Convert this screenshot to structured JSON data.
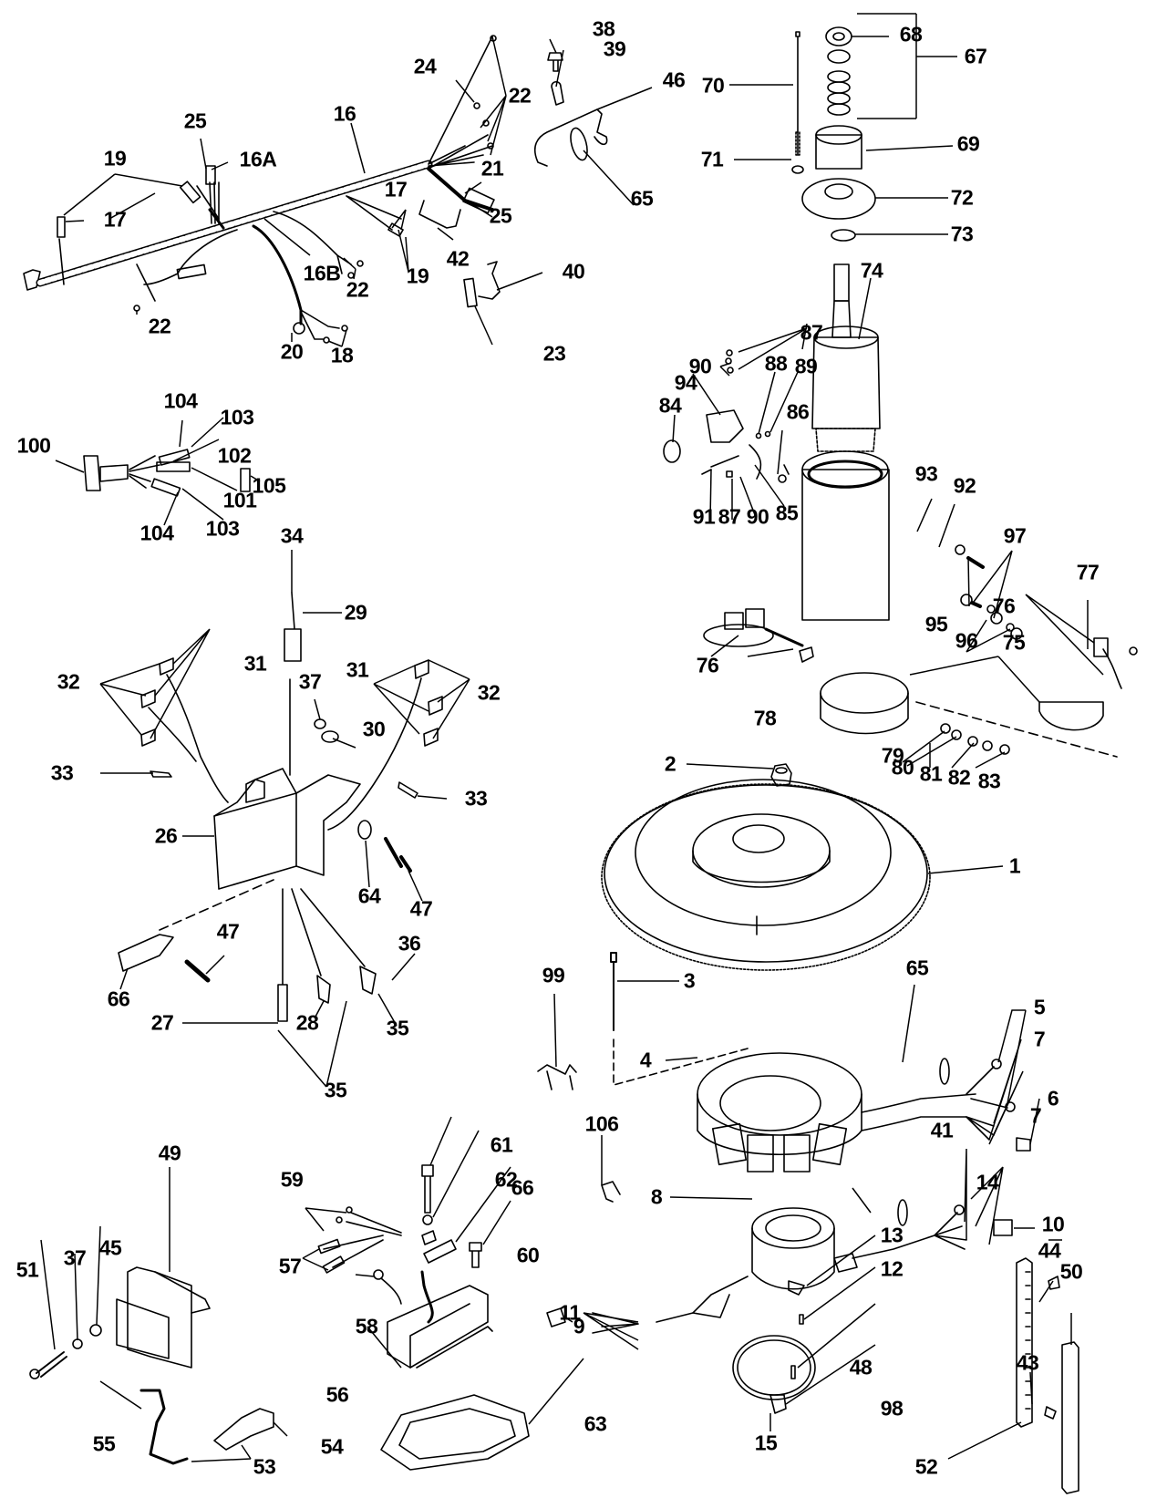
{
  "diagram": {
    "title": "Ignition / Electrical / Starter Exploded Parts Diagram",
    "ink_color": "#000000",
    "background_color": "#ffffff"
  },
  "callouts": [
    {
      "id": "c1",
      "text": "1"
    },
    {
      "id": "c2",
      "text": "2"
    },
    {
      "id": "c3",
      "text": "3"
    },
    {
      "id": "c4",
      "text": "4"
    },
    {
      "id": "c5",
      "text": "5"
    },
    {
      "id": "c6",
      "text": "6"
    },
    {
      "id": "c7a",
      "text": "7"
    },
    {
      "id": "c7b",
      "text": "7"
    },
    {
      "id": "c8",
      "text": "8"
    },
    {
      "id": "c9",
      "text": "9"
    },
    {
      "id": "c10",
      "text": "10"
    },
    {
      "id": "c11",
      "text": "11"
    },
    {
      "id": "c12",
      "text": "12"
    },
    {
      "id": "c13",
      "text": "13"
    },
    {
      "id": "c14",
      "text": "14"
    },
    {
      "id": "c15",
      "text": "15"
    },
    {
      "id": "c16",
      "text": "16"
    },
    {
      "id": "c16a",
      "text": "16A"
    },
    {
      "id": "c16b",
      "text": "16B"
    },
    {
      "id": "c17a",
      "text": "17"
    },
    {
      "id": "c17b",
      "text": "17"
    },
    {
      "id": "c18",
      "text": "18"
    },
    {
      "id": "c19a",
      "text": "19"
    },
    {
      "id": "c19b",
      "text": "19"
    },
    {
      "id": "c20",
      "text": "20"
    },
    {
      "id": "c21",
      "text": "21"
    },
    {
      "id": "c22a",
      "text": "22"
    },
    {
      "id": "c22b",
      "text": "22"
    },
    {
      "id": "c22c",
      "text": "22"
    },
    {
      "id": "c23",
      "text": "23"
    },
    {
      "id": "c24",
      "text": "24"
    },
    {
      "id": "c25a",
      "text": "25"
    },
    {
      "id": "c25b",
      "text": "25"
    },
    {
      "id": "c26",
      "text": "26"
    },
    {
      "id": "c27",
      "text": "27"
    },
    {
      "id": "c28",
      "text": "28"
    },
    {
      "id": "c29",
      "text": "29"
    },
    {
      "id": "c30",
      "text": "30"
    },
    {
      "id": "c31a",
      "text": "31"
    },
    {
      "id": "c31b",
      "text": "31"
    },
    {
      "id": "c32a",
      "text": "32"
    },
    {
      "id": "c32b",
      "text": "32"
    },
    {
      "id": "c33a",
      "text": "33"
    },
    {
      "id": "c33b",
      "text": "33"
    },
    {
      "id": "c34",
      "text": "34"
    },
    {
      "id": "c35a",
      "text": "35"
    },
    {
      "id": "c35b",
      "text": "35"
    },
    {
      "id": "c36",
      "text": "36"
    },
    {
      "id": "c37a",
      "text": "37"
    },
    {
      "id": "c37b",
      "text": "37"
    },
    {
      "id": "c38",
      "text": "38"
    },
    {
      "id": "c39",
      "text": "39"
    },
    {
      "id": "c40",
      "text": "40"
    },
    {
      "id": "c41",
      "text": "41"
    },
    {
      "id": "c42",
      "text": "42"
    },
    {
      "id": "c43",
      "text": "43"
    },
    {
      "id": "c44",
      "text": "44"
    },
    {
      "id": "c45",
      "text": "45"
    },
    {
      "id": "c46",
      "text": "46"
    },
    {
      "id": "c47a",
      "text": "47"
    },
    {
      "id": "c47b",
      "text": "47"
    },
    {
      "id": "c48",
      "text": "48"
    },
    {
      "id": "c49",
      "text": "49"
    },
    {
      "id": "c50",
      "text": "50"
    },
    {
      "id": "c51",
      "text": "51"
    },
    {
      "id": "c52",
      "text": "52"
    },
    {
      "id": "c53",
      "text": "53"
    },
    {
      "id": "c54",
      "text": "54"
    },
    {
      "id": "c55",
      "text": "55"
    },
    {
      "id": "c56",
      "text": "56"
    },
    {
      "id": "c57",
      "text": "57"
    },
    {
      "id": "c58",
      "text": "58"
    },
    {
      "id": "c59",
      "text": "59"
    },
    {
      "id": "c60",
      "text": "60"
    },
    {
      "id": "c61",
      "text": "61"
    },
    {
      "id": "c62",
      "text": "62"
    },
    {
      "id": "c63",
      "text": "63"
    },
    {
      "id": "c64",
      "text": "64"
    },
    {
      "id": "c65a",
      "text": "65"
    },
    {
      "id": "c65b",
      "text": "65"
    },
    {
      "id": "c66a",
      "text": "66"
    },
    {
      "id": "c66b",
      "text": "66"
    },
    {
      "id": "c67",
      "text": "67"
    },
    {
      "id": "c68",
      "text": "68"
    },
    {
      "id": "c69",
      "text": "69"
    },
    {
      "id": "c70",
      "text": "70"
    },
    {
      "id": "c71",
      "text": "71"
    },
    {
      "id": "c72",
      "text": "72"
    },
    {
      "id": "c73",
      "text": "73"
    },
    {
      "id": "c74",
      "text": "74"
    },
    {
      "id": "c75",
      "text": "75"
    },
    {
      "id": "c76a",
      "text": "76"
    },
    {
      "id": "c76b",
      "text": "76"
    },
    {
      "id": "c77",
      "text": "77"
    },
    {
      "id": "c78",
      "text": "78"
    },
    {
      "id": "c79",
      "text": "79"
    },
    {
      "id": "c80",
      "text": "80"
    },
    {
      "id": "c81",
      "text": "81"
    },
    {
      "id": "c82",
      "text": "82"
    },
    {
      "id": "c83",
      "text": "83"
    },
    {
      "id": "c84",
      "text": "84"
    },
    {
      "id": "c85",
      "text": "85"
    },
    {
      "id": "c86",
      "text": "86"
    },
    {
      "id": "c87a",
      "text": "87"
    },
    {
      "id": "c87b",
      "text": "87"
    },
    {
      "id": "c88",
      "text": "88"
    },
    {
      "id": "c89",
      "text": "89"
    },
    {
      "id": "c90a",
      "text": "90"
    },
    {
      "id": "c90b",
      "text": "90"
    },
    {
      "id": "c91",
      "text": "91"
    },
    {
      "id": "c92",
      "text": "92"
    },
    {
      "id": "c93",
      "text": "93"
    },
    {
      "id": "c94",
      "text": "94"
    },
    {
      "id": "c95",
      "text": "95"
    },
    {
      "id": "c96",
      "text": "96"
    },
    {
      "id": "c97",
      "text": "97"
    },
    {
      "id": "c98",
      "text": "98"
    },
    {
      "id": "c99",
      "text": "99"
    },
    {
      "id": "c100",
      "text": "100"
    },
    {
      "id": "c101",
      "text": "101"
    },
    {
      "id": "c102",
      "text": "102"
    },
    {
      "id": "c103a",
      "text": "103"
    },
    {
      "id": "c103b",
      "text": "103"
    },
    {
      "id": "c104a",
      "text": "104"
    },
    {
      "id": "c104b",
      "text": "104"
    },
    {
      "id": "c105",
      "text": "105"
    },
    {
      "id": "c106",
      "text": "106"
    }
  ]
}
